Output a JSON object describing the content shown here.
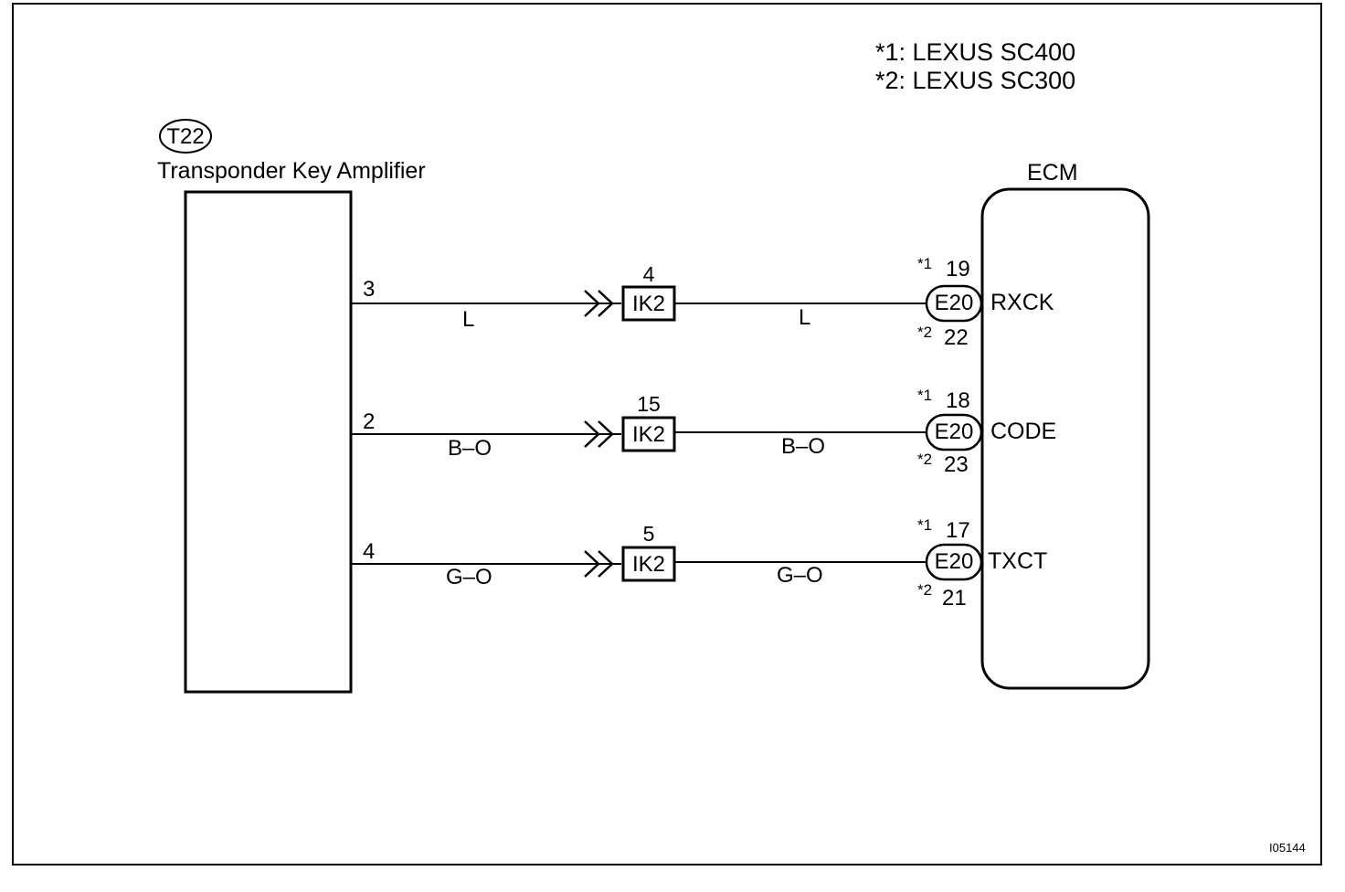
{
  "legend": {
    "note1": "*1: LEXUS SC400",
    "note2": "*2: LEXUS SC300"
  },
  "amplifier": {
    "connector": "T22",
    "name": "Transponder Key Amplifier"
  },
  "ecm": {
    "name": "ECM"
  },
  "junction_connector": "IK2",
  "ecm_connector": "E20",
  "circuits": [
    {
      "amp_pin": "3",
      "wire_color": "L",
      "junction_pin": "4",
      "ecm_pin_sc400": "19",
      "ecm_pin_sc300": "22",
      "signal": "RXCK",
      "mark1": "*1",
      "mark2": "*2"
    },
    {
      "amp_pin": "2",
      "wire_color": "B–O",
      "junction_pin": "15",
      "ecm_pin_sc400": "18",
      "ecm_pin_sc300": "23",
      "signal": "CODE",
      "mark1": "*1",
      "mark2": "*2"
    },
    {
      "amp_pin": "4",
      "wire_color": "G–O",
      "junction_pin": "5",
      "ecm_pin_sc400": "17",
      "ecm_pin_sc300": "21",
      "signal": "TXCT",
      "mark1": "*1",
      "mark2": "*2"
    }
  ],
  "figure_id": "I05144"
}
